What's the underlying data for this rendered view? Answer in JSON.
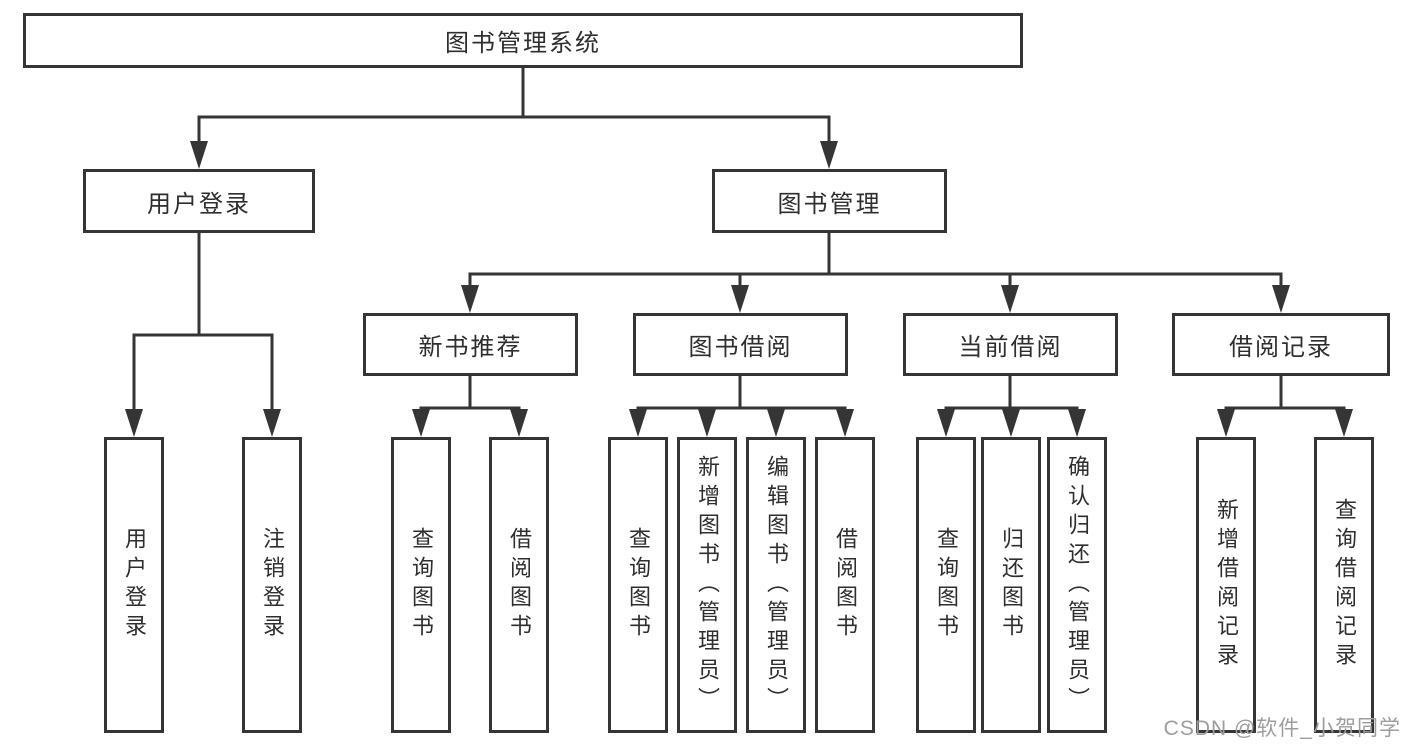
{
  "colors": {
    "line": "#353535",
    "box_border": "#353535",
    "box_fill": "#ffffff",
    "text": "#2e2e2e",
    "watermark": "#9d9d9d",
    "background": "#ffffff"
  },
  "tree": {
    "root": {
      "label": "图书管理系统"
    },
    "children": [
      {
        "label": "用户登录",
        "children": [
          {
            "label": "用户登录"
          },
          {
            "label": "注销登录"
          }
        ]
      },
      {
        "label": "图书管理",
        "children": [
          {
            "label": "新书推荐",
            "children": [
              {
                "label": "查询图书"
              },
              {
                "label": "借阅图书"
              }
            ]
          },
          {
            "label": "图书借阅",
            "children": [
              {
                "label": "查询图书"
              },
              {
                "label": "新增图书（管理员）"
              },
              {
                "label": "编辑图书（管理员）"
              },
              {
                "label": "借阅图书"
              }
            ]
          },
          {
            "label": "当前借阅",
            "children": [
              {
                "label": "查询图书"
              },
              {
                "label": "归还图书"
              },
              {
                "label": "确认归还（管理员）"
              }
            ]
          },
          {
            "label": "借阅记录",
            "children": [
              {
                "label": "新增借阅记录"
              },
              {
                "label": "查询借阅记录"
              }
            ]
          }
        ]
      }
    ]
  },
  "watermark": {
    "text": "CSDN @软件_小贺同学"
  }
}
